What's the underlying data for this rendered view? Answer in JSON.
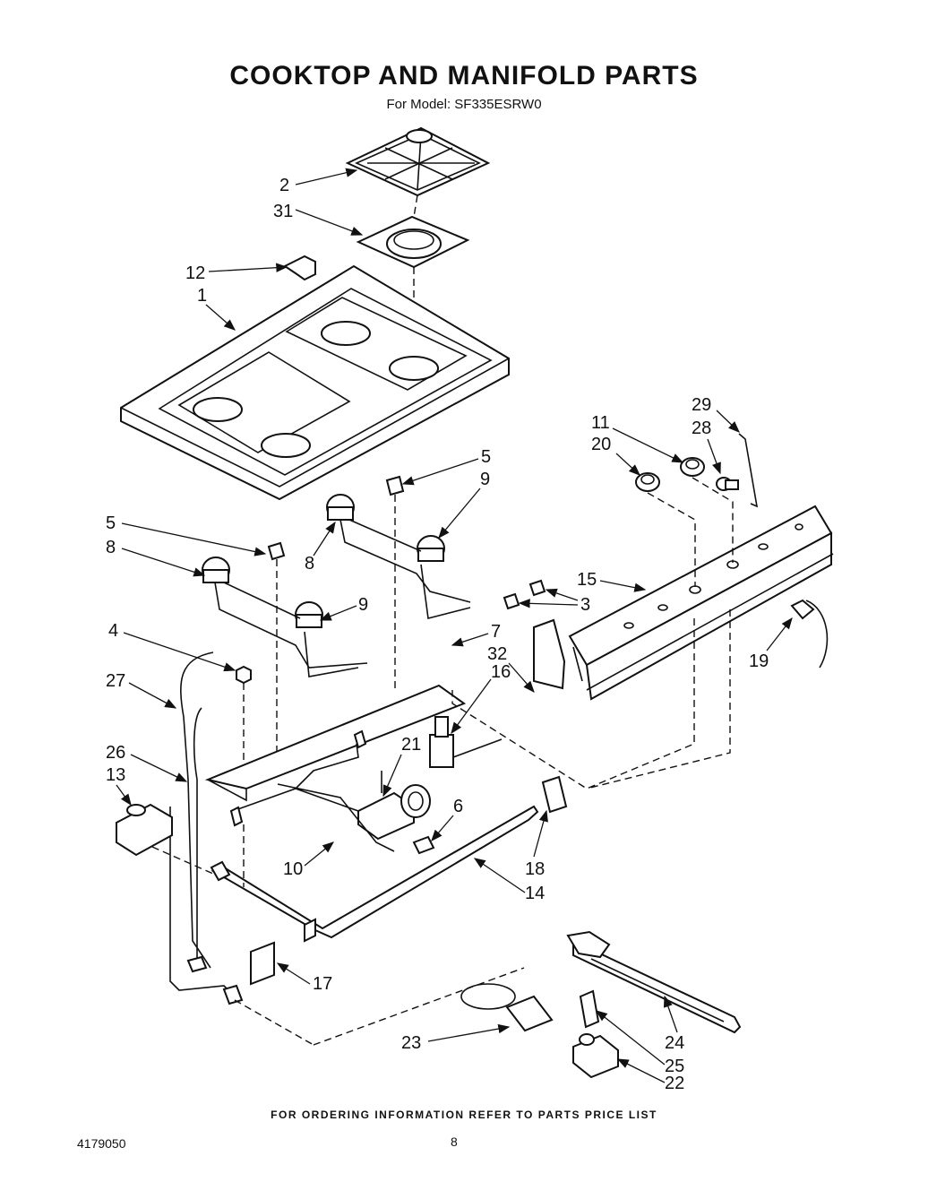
{
  "header": {
    "title": "COOKTOP AND MANIFOLD PARTS",
    "subtitle": "For Model: SF335ESRW0"
  },
  "footer": {
    "ordering_note": "FOR ORDERING INFORMATION REFER TO PARTS PRICE LIST",
    "doc_code": "4179050",
    "page_number": "8"
  },
  "callouts": [
    "1",
    "2",
    "3",
    "4",
    "5",
    "5",
    "6",
    "7",
    "8",
    "8",
    "9",
    "9",
    "10",
    "11",
    "12",
    "13",
    "14",
    "15",
    "16",
    "17",
    "18",
    "19",
    "20",
    "21",
    "22",
    "23",
    "24",
    "25",
    "26",
    "27",
    "28",
    "29",
    "31",
    "32"
  ]
}
